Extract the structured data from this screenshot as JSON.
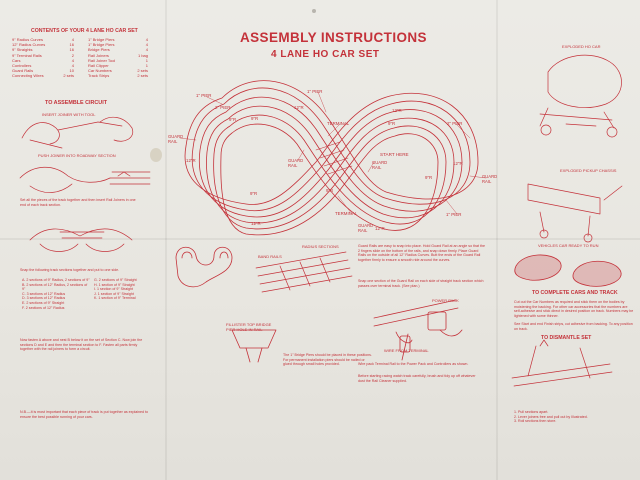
{
  "sheet": {
    "title": "ASSEMBLY INSTRUCTIONS",
    "subtitle": "4 LANE HO CAR SET"
  },
  "contents": {
    "heading": "CONTENTS OF YOUR 4 LANE HO CAR SET",
    "left_items": [
      {
        "label": "9\" Radius Curves",
        "qty": "4"
      },
      {
        "label": "12\" Radius Curves",
        "qty": "16"
      },
      {
        "label": "9\" Straights",
        "qty": "16"
      },
      {
        "label": "9\" Terminal Rails",
        "qty": "2"
      },
      {
        "label": "Cars",
        "qty": "4"
      },
      {
        "label": "Controllers",
        "qty": "4"
      },
      {
        "label": "Guard Rails",
        "qty": "10"
      },
      {
        "label": "Connecting Wires",
        "qty": "2 sets"
      }
    ],
    "right_items": [
      {
        "label": "1\" Bridge Piers",
        "qty": "4"
      },
      {
        "label": "1\" Bridge Piers",
        "qty": "4"
      },
      {
        "label": "Bridge Piers",
        "qty": "4"
      },
      {
        "label": "Rail Joiners",
        "qty": "1 bag"
      },
      {
        "label": "Rail Joiner Tool",
        "qty": "1"
      },
      {
        "label": "Rail Clipper",
        "qty": "1"
      },
      {
        "label": "Car Numbers",
        "qty": "2 sets"
      },
      {
        "label": "Track Strips",
        "qty": "2 sets"
      }
    ]
  },
  "left_column": {
    "assemble_heading": "TO ASSEMBLE CIRCUIT",
    "tool_label": "INSERT JOINER WITH TOOL",
    "push_label": "PUSH JOINER INTO ROADWAY SECTION",
    "fit_text": "Set all the pieces of the track together and then insert Rail Joiners in one end of each track section.",
    "steps_text": "Snap the following track sections together and put to one side.",
    "steps_left": [
      "A. 2 sections of 9\" Radius, 2 sections of 9\"",
      "B. 2 sections of 12\" Radius, 2 sections of 9\"",
      "C. 3 sections of 12\" Radius",
      "D. 3 sections of 12\" Radius",
      "E. 2 sections of 9\" Straight",
      "F. 2 sections of 12\" Radius"
    ],
    "steps_right": [
      "G. 2 sections of 9\" Straight",
      "H. 1 section of 9\" Straight",
      "I. 1 section of 9\" Straight",
      "J. 1 section of 9\" Straight",
      "K. 1 section of 9\" Terminal"
    ],
    "bottom_text": "Now fasten A above and nest B below it on the set of Section C. Now join the sections D and E and then the terminal section to F. Fasten all parts firmly together with the rail joiners to form a circuit.",
    "nb_text": "N.B.—It is most important that each piece of track is put together as explained to ensure the best possible running of your cars."
  },
  "track": {
    "labels": {
      "pier_1_left": "1\" PIER",
      "pier_1_top": "1\" PIER",
      "pier_1_right": "1\" PIER",
      "pier_2_left": "2\" PIER",
      "pier_2_right": "2\" PIER",
      "terminal_top": "TERMINAL",
      "terminal_bottom": "TERMINAL",
      "start_here": "START HERE",
      "guard_rail_1": "GUARD RAIL",
      "guard_rail_2": "GUARD RAIL",
      "guard_rail_3": "GUARD RAIL",
      "guard_rail_4": "GUARD RAIL",
      "guard_rail_5": "GUARD RAIL",
      "r12_a": "12\"R",
      "r12_b": "12\"R",
      "r12_c": "12\"R",
      "r12_d": "12\"R",
      "r12_e": "12\"R",
      "r12_f": "12\"R",
      "r9_a": "9\"R",
      "r9_b": "9\"R",
      "r9_c": "9\"R",
      "r9_d": "9\"R",
      "r9_e": "9\"R",
      "r9_f": "9\"R"
    }
  },
  "middle_bottom": {
    "radius_label": "RADIUS SECTIONS",
    "band_rails": "BAND RAILS",
    "guard_text": "Guard Rails are easy to snap into place. Hold Guard Rail at an angle so that the 2 fingers slide on the bottom of the rails, and snap down firmly. Place Guard Rails on the outside of all 12\" Radius Curves. Butt the ends of the Guard Rail together firmly to ensure a smooth ride around the curves.",
    "guard_text2": "Snap one section of the Guard Rail on each side of straight track section which passes over terminal track. (See plan.)",
    "pier_label": "FILLISTER TOP BRIDGE PIER HOLE IN RAIL",
    "pier_text": "The 1\" Bridge Piers should be placed in these positions. For permanent installation piers should be nailed or glued through small holes provided.",
    "power_label": "POWER PACK",
    "wire_label": "WIRE FROM TERMINAL",
    "power_text": "Wire pack Terminal Rail to the Power Pack and Controllers as shown.",
    "power_text2": "Before starting racing watch track carefully, brush and tidy up off whatever dust the Rail Cleaner supplied."
  },
  "right_column": {
    "exploded_car": "EXPLODED HO CAR",
    "exploded_chassis": "EXPLODED PICKUP CHASSIS",
    "ready_label": "VEHICLES CAR READY TO RUN",
    "complete_heading": "TO COMPLETE CARS AND TRACK",
    "complete_text": "Cut out the Car Numbers as required and stick them on the bodies by moistening the backing. For other car accessories that the numbers are self-adhesive and stick direct in desired position on track. Numbers may be lightened with some thinner.",
    "complete_text2": "See Start and end Finish strips, cut adhesive from backing. To any position on track.",
    "dismantle_heading": "TO DISMANTLE SET",
    "dismantle_items": [
      "1. Pull sections apart.",
      "2. Lever joiners free and pull out by Illustrated.",
      "3. Roll sections then store."
    ]
  }
}
